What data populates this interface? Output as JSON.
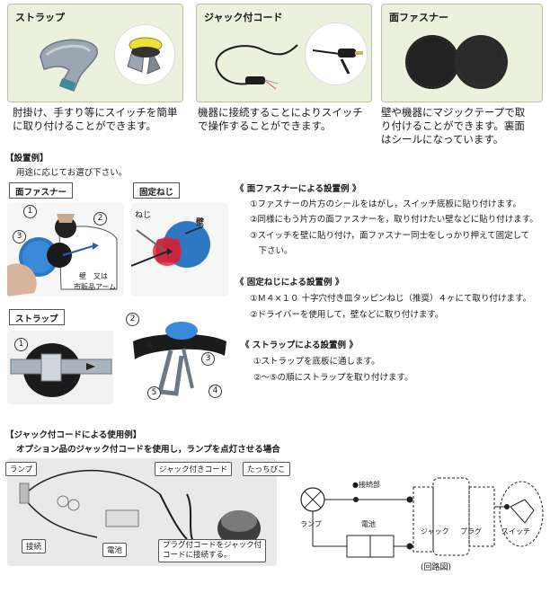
{
  "cards": [
    {
      "title": "ストラップ",
      "desc": [
        "肘掛け、手すり等にスイッチを簡単",
        "に取り付けることができます。"
      ]
    },
    {
      "title": "ジャック付コード",
      "desc": [
        "機器に接続することによりスイッチ",
        "で操作することができます。"
      ]
    },
    {
      "title": "面ファスナー",
      "desc": [
        "壁や機器にマジックテープで取",
        "り付けることができます。裏面",
        "はシールになっています。"
      ]
    }
  ],
  "install": {
    "heading": "【設置例】",
    "intro": "用途に応じてお選び下さい。",
    "labels": {
      "fastener": "面ファスナー",
      "screw": "固定ねじ",
      "strap": "ストラップ"
    },
    "photo_labels": {
      "screw": "ねじ",
      "wall": "壁",
      "wall_arm": "壁　又は",
      "arm": "市販品アーム"
    },
    "numbers": [
      "1",
      "2",
      "3",
      "4",
      "5"
    ],
    "example_fastener": {
      "title": "《 面ファスナーによる設置例 》",
      "lines": [
        "①ファスナーの片方のシールをはがし，スイッチ底板に貼り付けます。",
        "②同様にもう片方の面ファスナーを，取り付けたい壁などに貼り付けます。",
        "③スイッチを壁に貼り付け，面ファスナー同士をしっかり押えて固定して",
        "　下さい。"
      ]
    },
    "example_screw": {
      "title": "《 固定ねじによる設置例 》",
      "lines": [
        "①Ｍ４×１０ 十字穴付き皿タッピンねじ（推奨）４ヶにて取り付けます。",
        "②ドライバーを使用して，壁などに取り付けます。"
      ]
    },
    "example_strap": {
      "title": "《 ストラップによる設置例 》",
      "lines": [
        "①ストラップを底板に通します。",
        "②～⑤の順にストラップを取り付けます。"
      ]
    }
  },
  "usage": {
    "heading": "【ジャック付コードによる使用例】",
    "intro": "オプション品のジャック付コードを使用し，ランプを点灯させる場合",
    "tags": {
      "lamp": "ランプ",
      "jack_cord": "ジャック付きコード",
      "tacchi": "たっちぴこ",
      "connect": "接続",
      "battery": "電池",
      "plug_note_1": "プラグ付コードをジャック付",
      "plug_note_2": "コードに接続する。"
    },
    "circuit": {
      "connect_part": "●接続部",
      "lamp": "ランプ",
      "battery": "電池",
      "jack": "ジャック",
      "plug": "プラグ",
      "switch": "スイッチ",
      "caption": "(回路図)"
    }
  }
}
